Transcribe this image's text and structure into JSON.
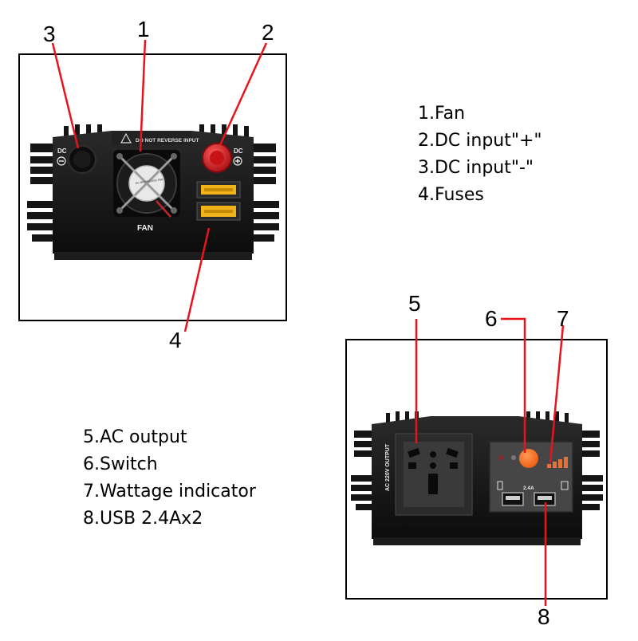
{
  "front_panel": {
    "callouts": [
      "1",
      "2",
      "3",
      "4"
    ],
    "labels": {
      "dc_negative": "DC",
      "dc_positive": "DC",
      "warning": "DO NOT REVERSE INPUT",
      "fan": "FAN",
      "fan_sticker": "DC BRUSHLESS FAN"
    },
    "legend": [
      "1.Fan",
      "2.DC input\"+\"",
      "3.DC input\"-\"",
      "4.Fuses"
    ]
  },
  "back_panel": {
    "callouts": [
      "5",
      "6",
      "7",
      "8"
    ],
    "labels": {
      "ac_output": "AC 220V OUTPUT",
      "usb_current": "2.4A"
    },
    "legend": [
      "5.AC output",
      "6.Switch",
      "7.Wattage indicator",
      "8.USB 2.4Ax2"
    ]
  },
  "colors": {
    "frame": "#000000",
    "callout_line": "#e8141b",
    "heatsink": "#141414",
    "dc_positive_cap": "#d9161c",
    "fuse": "#f2b21a",
    "switch": "#ff6a1a",
    "indicator": "#e4703c"
  }
}
